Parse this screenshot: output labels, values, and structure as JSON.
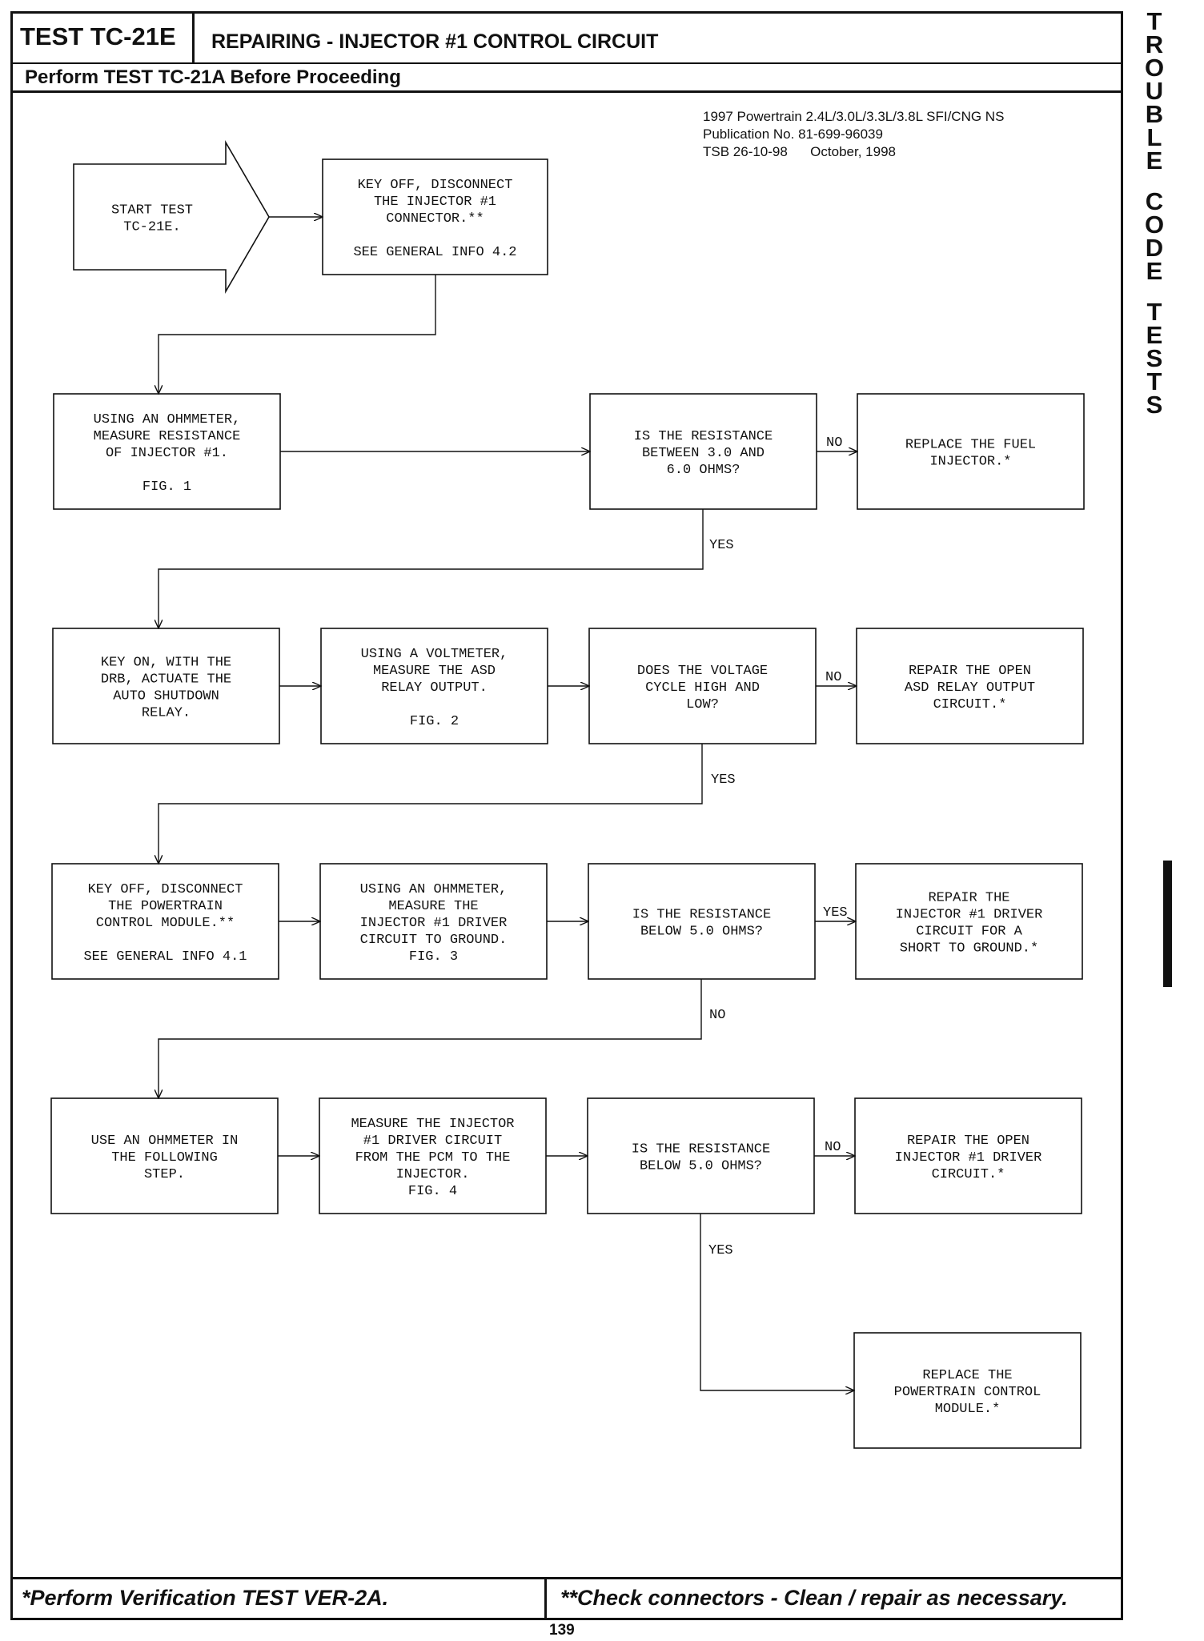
{
  "header": {
    "test_id": "TEST TC-21E",
    "title": "REPAIRING - INJECTOR #1 CONTROL CIRCUIT",
    "prerequisite": "Perform TEST TC-21A Before Proceeding"
  },
  "publication": {
    "line1": "1997 Powertrain 2.4L/3.0L/3.3L/3.8L SFI/CNG NS",
    "line2": "Publication No. 81-699-96039",
    "line3": "TSB 26-10-98      October, 1998"
  },
  "side_tab": {
    "word1": "TROUBLE",
    "word2": "CODE",
    "word3": "TESTS"
  },
  "footer": {
    "left": "*Perform Verification TEST VER-2A.",
    "right": "**Check connectors - Clean / repair as necessary."
  },
  "page_number": "139",
  "nodes": [
    {
      "id": "start",
      "lines": [
        "START TEST",
        "TC-21E."
      ]
    },
    {
      "id": "disconnect-injector",
      "lines": [
        "KEY OFF, DISCONNECT",
        "THE INJECTOR #1",
        "CONNECTOR.**",
        "",
        "SEE GENERAL INFO 4.2"
      ]
    },
    {
      "id": "measure-injector-resistance",
      "lines": [
        "USING AN OHMMETER,",
        "MEASURE RESISTANCE",
        "OF INJECTOR #1.",
        "",
        "FIG. 1"
      ]
    },
    {
      "id": "resistance-3-6",
      "lines": [
        "IS THE RESISTANCE",
        "BETWEEN 3.0 AND",
        "6.0 OHMS?"
      ]
    },
    {
      "id": "replace-injector",
      "lines": [
        "REPLACE THE FUEL",
        "INJECTOR.*"
      ]
    },
    {
      "id": "actuate-asd",
      "lines": [
        "KEY ON, WITH THE",
        "DRB, ACTUATE THE",
        "AUTO SHUTDOWN",
        "RELAY."
      ]
    },
    {
      "id": "measure-asd-output",
      "lines": [
        "USING A VOLTMETER,",
        "MEASURE THE ASD",
        "RELAY OUTPUT.",
        "",
        "FIG. 2"
      ]
    },
    {
      "id": "voltage-cycle",
      "lines": [
        "DOES THE VOLTAGE",
        "CYCLE HIGH AND",
        "LOW?"
      ]
    },
    {
      "id": "repair-asd-circuit",
      "lines": [
        "REPAIR THE OPEN",
        "ASD RELAY OUTPUT",
        "CIRCUIT.*"
      ]
    },
    {
      "id": "disconnect-pcm",
      "lines": [
        "KEY OFF, DISCONNECT",
        "THE POWERTRAIN",
        "CONTROL MODULE.**",
        "",
        "SEE GENERAL INFO 4.1"
      ]
    },
    {
      "id": "measure-driver-ground",
      "lines": [
        "USING AN OHMMETER,",
        "MEASURE THE",
        "INJECTOR #1 DRIVER",
        "CIRCUIT TO GROUND.",
        "FIG. 3"
      ]
    },
    {
      "id": "resistance-below-5-a",
      "lines": [
        "IS THE RESISTANCE",
        "BELOW 5.0 OHMS?"
      ]
    },
    {
      "id": "repair-short",
      "lines": [
        "REPAIR THE",
        "INJECTOR #1 DRIVER",
        "CIRCUIT FOR A",
        "SHORT TO GROUND.*"
      ]
    },
    {
      "id": "use-ohmmeter",
      "lines": [
        "USE AN OHMMETER IN",
        "THE FOLLOWING",
        "STEP."
      ]
    },
    {
      "id": "measure-driver-pcm",
      "lines": [
        "MEASURE THE INJECTOR",
        "#1 DRIVER CIRCUIT",
        "FROM THE PCM TO THE",
        "INJECTOR.",
        "FIG. 4"
      ]
    },
    {
      "id": "resistance-below-5-b",
      "lines": [
        "IS THE RESISTANCE",
        "BELOW 5.0 OHMS?"
      ]
    },
    {
      "id": "repair-open-driver",
      "lines": [
        "REPAIR THE OPEN",
        "INJECTOR #1 DRIVER",
        "CIRCUIT.*"
      ]
    },
    {
      "id": "replace-pcm",
      "lines": [
        "REPLACE THE",
        "POWERTRAIN CONTROL",
        "MODULE.*"
      ]
    }
  ],
  "edges": [
    {
      "from": "start",
      "to": "disconnect-injector",
      "label": ""
    },
    {
      "from": "disconnect-injector",
      "to": "measure-injector-resistance",
      "label": ""
    },
    {
      "from": "measure-injector-resistance",
      "to": "resistance-3-6",
      "label": ""
    },
    {
      "from": "resistance-3-6",
      "to": "replace-injector",
      "label": "NO"
    },
    {
      "from": "resistance-3-6",
      "to": "actuate-asd",
      "label": "YES"
    },
    {
      "from": "actuate-asd",
      "to": "measure-asd-output",
      "label": ""
    },
    {
      "from": "measure-asd-output",
      "to": "voltage-cycle",
      "label": ""
    },
    {
      "from": "voltage-cycle",
      "to": "repair-asd-circuit",
      "label": "NO"
    },
    {
      "from": "voltage-cycle",
      "to": "disconnect-pcm",
      "label": "YES"
    },
    {
      "from": "disconnect-pcm",
      "to": "measure-driver-ground",
      "label": ""
    },
    {
      "from": "measure-driver-ground",
      "to": "resistance-below-5-a",
      "label": ""
    },
    {
      "from": "resistance-below-5-a",
      "to": "repair-short",
      "label": "YES"
    },
    {
      "from": "resistance-below-5-a",
      "to": "use-ohmmeter",
      "label": "NO"
    },
    {
      "from": "use-ohmmeter",
      "to": "measure-driver-pcm",
      "label": ""
    },
    {
      "from": "measure-driver-pcm",
      "to": "resistance-below-5-b",
      "label": ""
    },
    {
      "from": "resistance-below-5-b",
      "to": "repair-open-driver",
      "label": "NO"
    },
    {
      "from": "resistance-below-5-b",
      "to": "replace-pcm",
      "label": "YES"
    }
  ]
}
